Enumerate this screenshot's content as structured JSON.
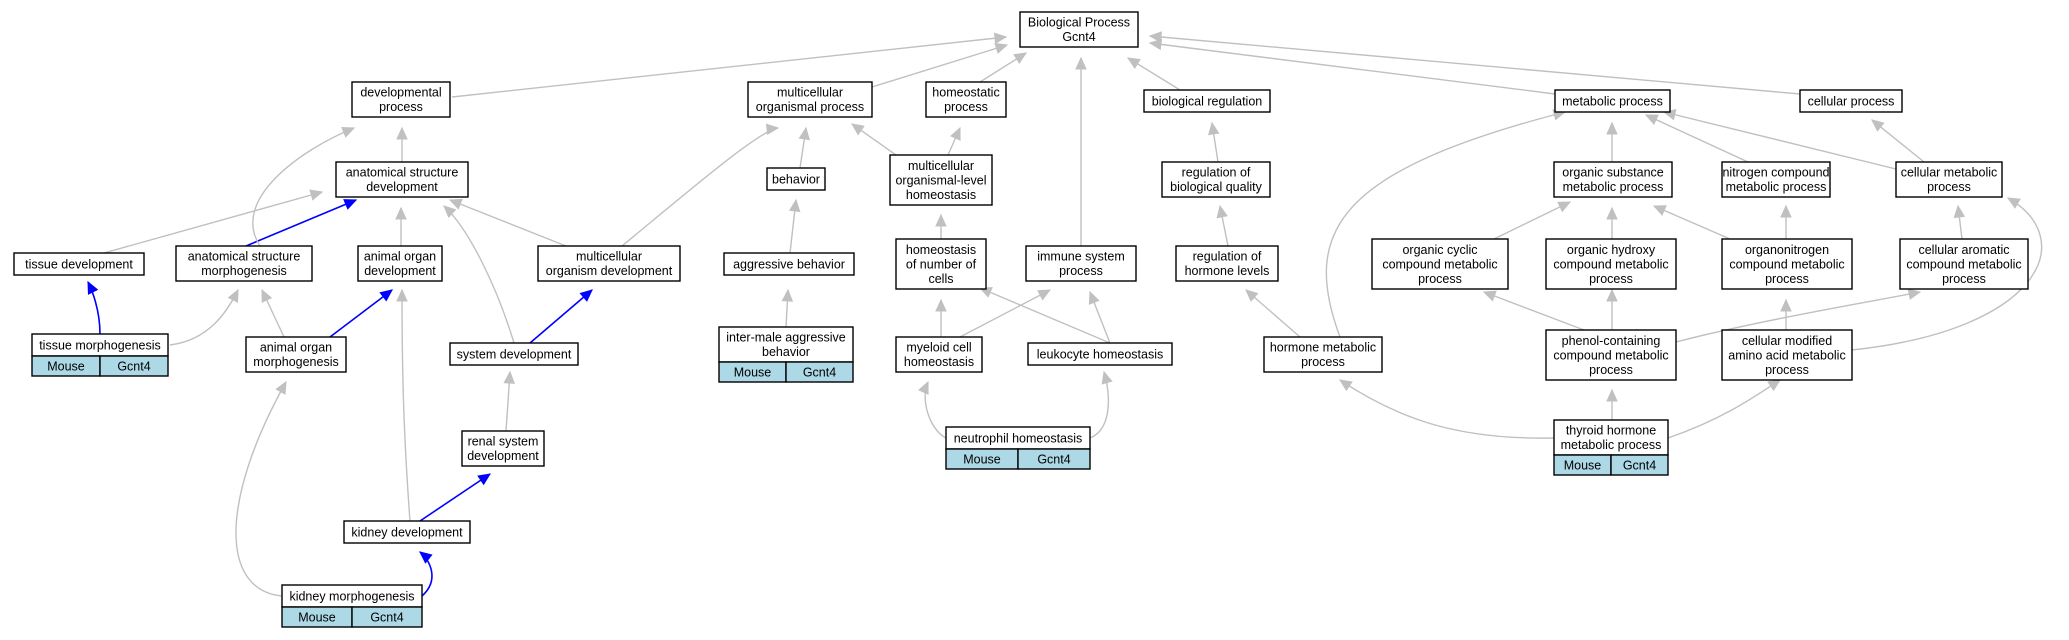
{
  "diagram": {
    "nodes": [
      {
        "id": "bp",
        "lines": [
          "Biological Process",
          "Gcnt4"
        ]
      },
      {
        "id": "dev",
        "lines": [
          "developmental",
          "process"
        ]
      },
      {
        "id": "multi",
        "lines": [
          "multicellular",
          "organismal process"
        ]
      },
      {
        "id": "homeo",
        "lines": [
          "homeostatic",
          "process"
        ]
      },
      {
        "id": "bioreg",
        "lines": [
          "biological regulation"
        ]
      },
      {
        "id": "metab",
        "lines": [
          "metabolic process"
        ]
      },
      {
        "id": "cellproc",
        "lines": [
          "cellular process"
        ]
      },
      {
        "id": "asd",
        "lines": [
          "anatomical structure",
          "development"
        ]
      },
      {
        "id": "behavior",
        "lines": [
          "behavior"
        ]
      },
      {
        "id": "mlh",
        "lines": [
          "multicellular",
          "organismal-level",
          "homeostasis"
        ]
      },
      {
        "id": "regbq",
        "lines": [
          "regulation of",
          "biological quality"
        ]
      },
      {
        "id": "osmp",
        "lines": [
          "organic substance",
          "metabolic process"
        ]
      },
      {
        "id": "ncmp",
        "lines": [
          "nitrogen compound",
          "metabolic process"
        ]
      },
      {
        "id": "cmp",
        "lines": [
          "cellular metabolic",
          "process"
        ]
      },
      {
        "id": "tissuedev",
        "lines": [
          "tissue development"
        ]
      },
      {
        "id": "asm",
        "lines": [
          "anatomical structure",
          "morphogenesis"
        ]
      },
      {
        "id": "aod",
        "lines": [
          "animal organ",
          "development"
        ]
      },
      {
        "id": "mod",
        "lines": [
          "multicellular",
          "organism development"
        ]
      },
      {
        "id": "aggr",
        "lines": [
          "aggressive behavior"
        ]
      },
      {
        "id": "homnum",
        "lines": [
          "homeostasis",
          "of number of",
          "cells"
        ]
      },
      {
        "id": "immune",
        "lines": [
          "immune system",
          "process"
        ]
      },
      {
        "id": "reghorm",
        "lines": [
          "regulation of",
          "hormone levels"
        ]
      },
      {
        "id": "occmp",
        "lines": [
          "organic cyclic",
          "compound metabolic",
          "process"
        ]
      },
      {
        "id": "ohcmp",
        "lines": [
          "organic hydroxy",
          "compound metabolic",
          "process"
        ]
      },
      {
        "id": "oncmp",
        "lines": [
          "organonitrogen",
          "compound metabolic",
          "process"
        ]
      },
      {
        "id": "cacmp",
        "lines": [
          "cellular aromatic",
          "compound metabolic",
          "process"
        ]
      },
      {
        "id": "tissuemorph",
        "lines": [
          "tissue morphogenesis"
        ]
      },
      {
        "id": "aom",
        "lines": [
          "animal organ",
          "morphogenesis"
        ]
      },
      {
        "id": "sysdev",
        "lines": [
          "system development"
        ]
      },
      {
        "id": "intermale",
        "lines": [
          "inter-male aggressive",
          "behavior"
        ]
      },
      {
        "id": "myeloid",
        "lines": [
          "myeloid cell",
          "homeostasis"
        ]
      },
      {
        "id": "leuko",
        "lines": [
          "leukocyte homeostasis"
        ]
      },
      {
        "id": "hmp",
        "lines": [
          "hormone metabolic",
          "process"
        ]
      },
      {
        "id": "phenol",
        "lines": [
          "phenol-containing",
          "compound metabolic",
          "process"
        ]
      },
      {
        "id": "cmaamp",
        "lines": [
          "cellular modified",
          "amino acid metabolic",
          "process"
        ]
      },
      {
        "id": "renal",
        "lines": [
          "renal system",
          "development"
        ]
      },
      {
        "id": "neutro",
        "lines": [
          "neutrophil homeostasis"
        ]
      },
      {
        "id": "kidneydev",
        "lines": [
          "kidney development"
        ]
      },
      {
        "id": "kidneymorph",
        "lines": [
          "kidney morphogenesis"
        ]
      },
      {
        "id": "thyroid",
        "lines": [
          "thyroid hormone",
          "metabolic process"
        ]
      }
    ],
    "annotations": [
      {
        "node": "tissuemorph",
        "cells": [
          "Mouse",
          "Gcnt4"
        ]
      },
      {
        "node": "intermale",
        "cells": [
          "Mouse",
          "Gcnt4"
        ]
      },
      {
        "node": "neutro",
        "cells": [
          "Mouse",
          "Gcnt4"
        ]
      },
      {
        "node": "kidneymorph",
        "cells": [
          "Mouse",
          "Gcnt4"
        ]
      },
      {
        "node": "thyroid",
        "cells": [
          "Mouse",
          "Gcnt4"
        ]
      }
    ],
    "edge_colors": {
      "gray": "#c0c0c0",
      "blue": "#0000ff",
      "annotation_fill": "#add8e6"
    }
  }
}
